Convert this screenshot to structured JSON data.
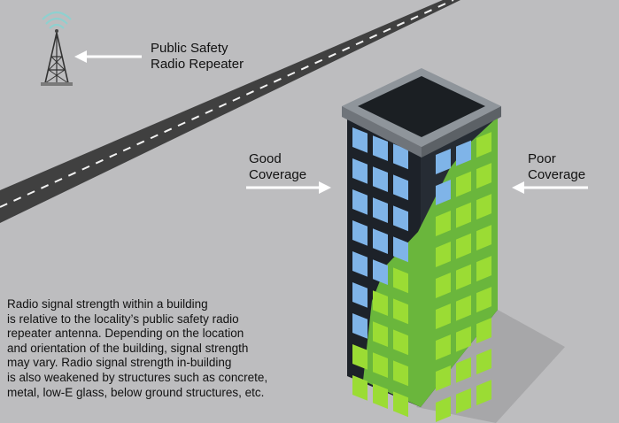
{
  "labels": {
    "repeater": [
      "Public Safety",
      "Radio Repeater"
    ],
    "good_coverage": [
      "Good",
      "Coverage"
    ],
    "poor_coverage": [
      "Poor",
      "Coverage"
    ]
  },
  "description": [
    "Radio signal strength within a building",
    "is relative to the locality’s public safety radio",
    "repeater antenna. Depending on the location",
    "and orientation of the building, signal strength",
    "may vary. Radio signal strength in-building",
    "is also weakened by structures such as concrete,",
    "metal, low-E glass, below ground structures, etc."
  ],
  "icons": [
    "radio-tower-icon",
    "arrow-left-icon",
    "arrow-right-icon"
  ],
  "colors": {
    "background": "#bdbdbf",
    "road": "#3d3d3d",
    "building_dark": "#1f242b",
    "window_blue": "#7fb4e8",
    "coverage_green": "#67b13a",
    "window_green": "#9bdc34",
    "arrow": "#ffffff"
  }
}
